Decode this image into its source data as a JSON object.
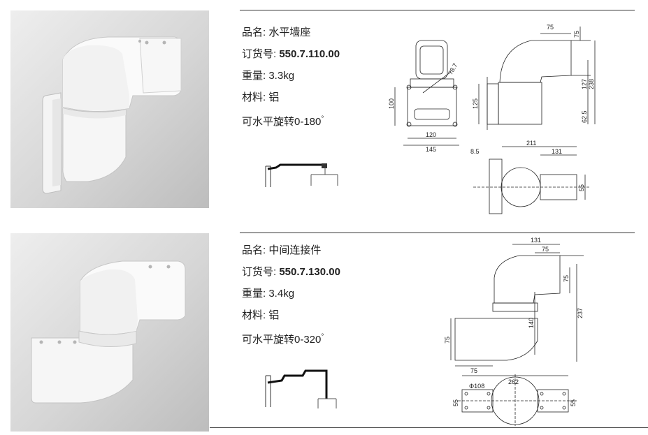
{
  "products": [
    {
      "name_label": "品名:",
      "name_value": "水平墙座",
      "order_label": "订货号:",
      "order_value": "550.7.110.00",
      "weight_label": "重量:",
      "weight_value": "3.3kg",
      "material_label": "材料:",
      "material_value": "铝",
      "rotation_text": "可水平旋转0-180",
      "rotation_degree": "°",
      "dimensions": {
        "d75_top": "75",
        "d75_right": "75",
        "d8_7": "?8.7",
        "d127": "127",
        "d238": "238",
        "d100": "100",
        "d125": "125",
        "d62_5": "62.5",
        "d120": "120",
        "d145": "145",
        "d211": "211",
        "d8_5": "8.5",
        "d131": "131",
        "d55": "55"
      }
    },
    {
      "name_label": "品名:",
      "name_value": "中间连接件",
      "order_label": "订货号:",
      "order_value": "550.7.130.00",
      "weight_label": "重量:",
      "weight_value": "3.4kg",
      "material_label": "材料:",
      "material_value": "铝",
      "rotation_text": "可水平旋转0-320",
      "rotation_degree": "°",
      "dimensions": {
        "d131": "131",
        "d75_a": "75",
        "d75_b": "75",
        "d140": "140",
        "d237": "237",
        "d75_c": "75",
        "d75_d": "75",
        "d262": "262",
        "phi108": "Φ108",
        "d55_left": "55",
        "d55_right": "55"
      }
    }
  ]
}
